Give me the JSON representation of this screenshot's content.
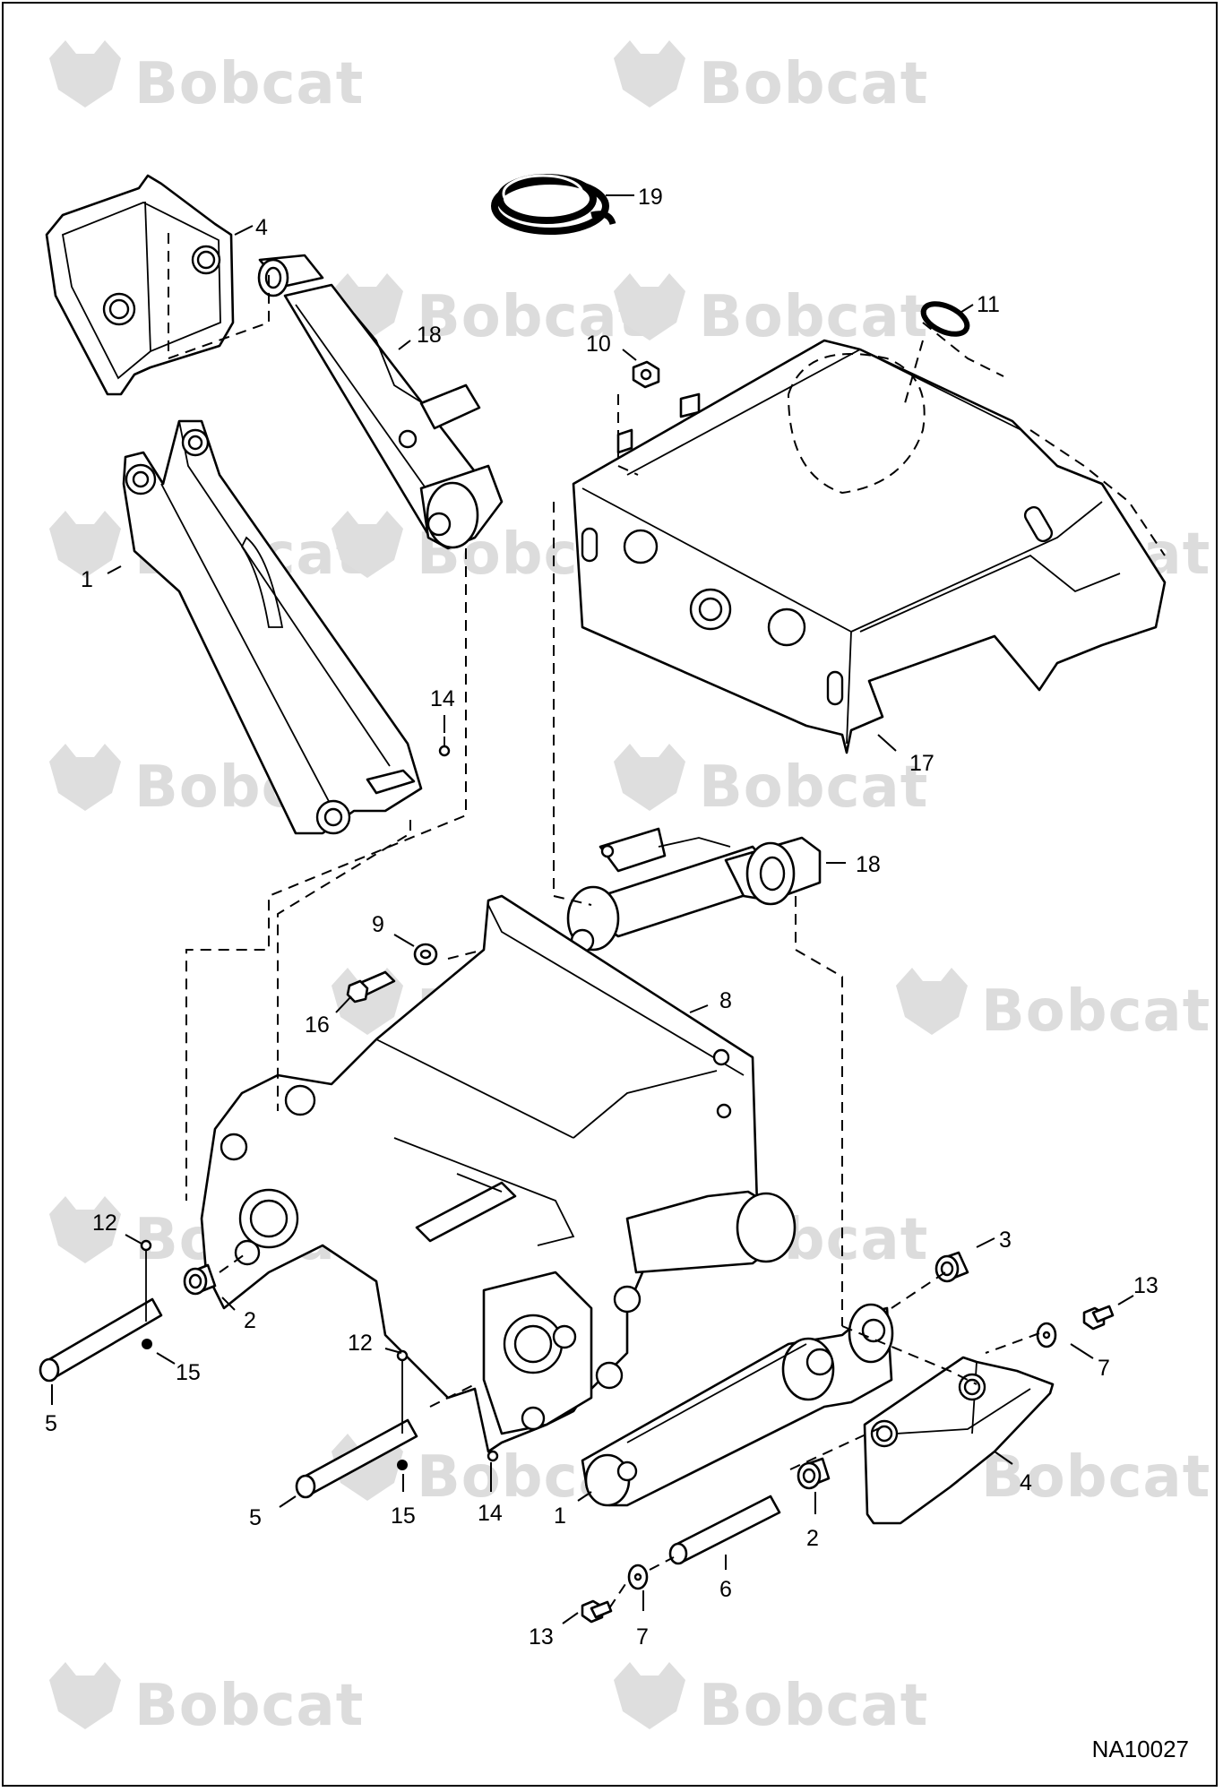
{
  "watermark": {
    "text": "Bobcat"
  },
  "figure": {
    "id": "NA10027"
  },
  "callouts": [
    "19",
    "4",
    "18",
    "11",
    "10",
    "1",
    "14",
    "17",
    "18",
    "9",
    "8",
    "16",
    "12",
    "2",
    "3",
    "13",
    "15",
    "5",
    "7",
    "12",
    "4",
    "5",
    "15",
    "14",
    "1",
    "2",
    "6",
    "13",
    "7"
  ]
}
